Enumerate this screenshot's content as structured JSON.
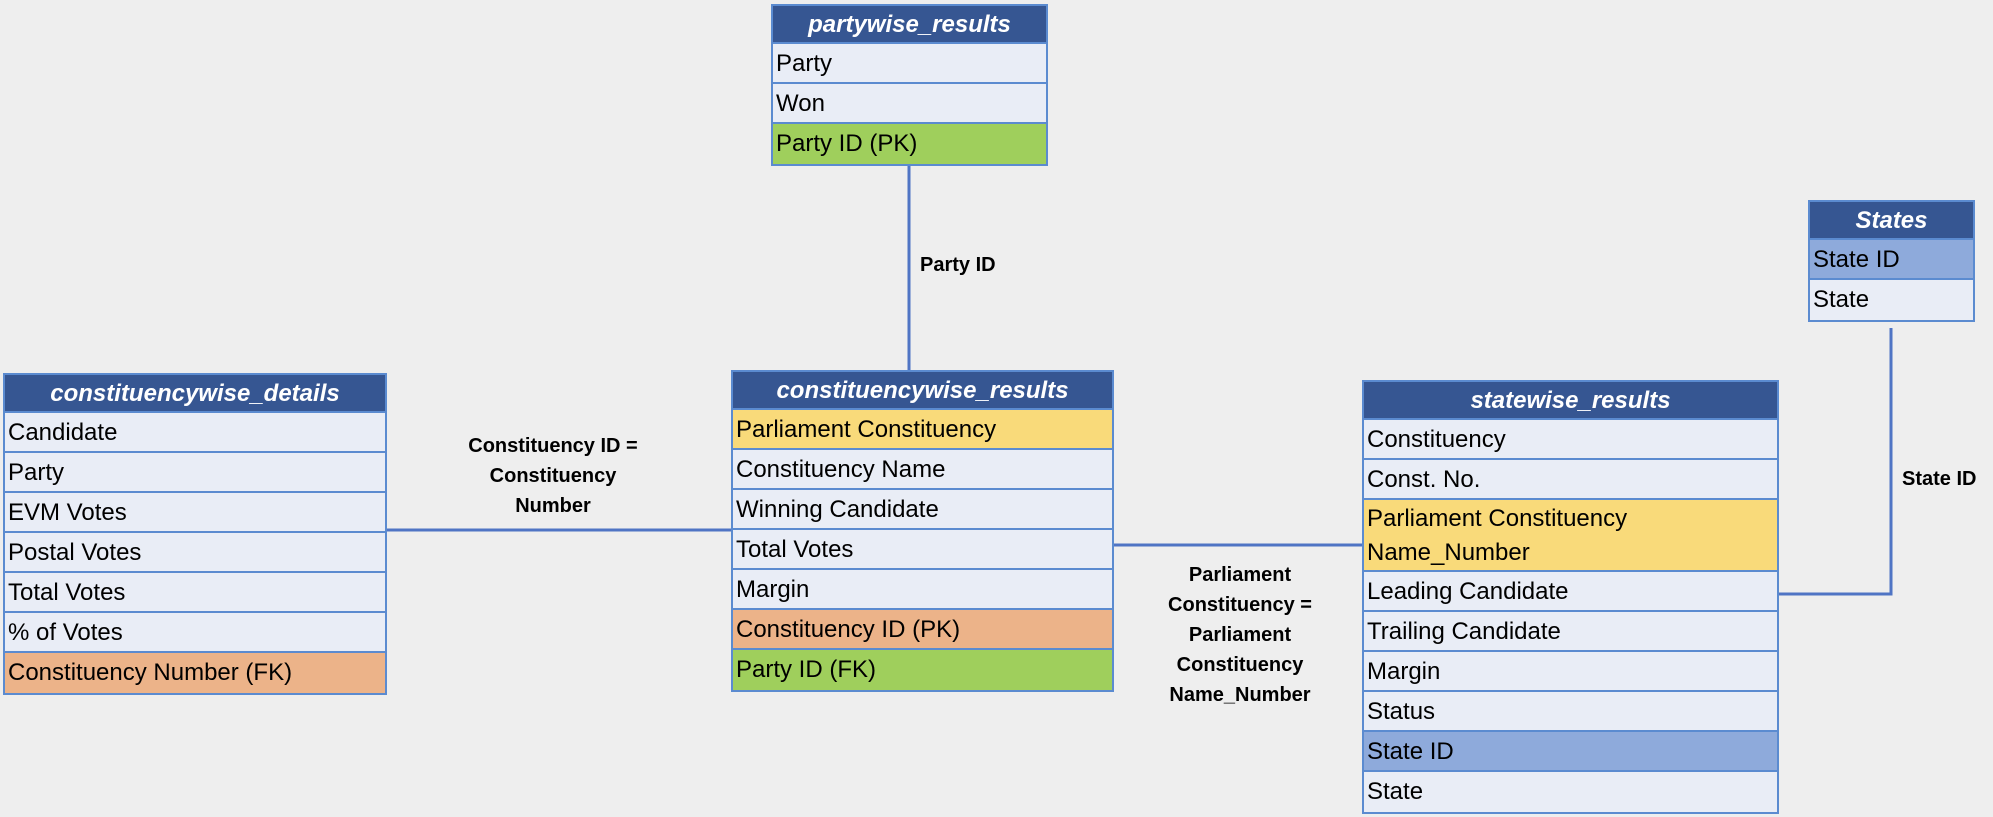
{
  "entities": {
    "partywise_results": {
      "title": "partywise_results",
      "fields": [
        "Party",
        "Won",
        "Party ID (PK)"
      ]
    },
    "states": {
      "title": "States",
      "fields": [
        "State ID",
        "State"
      ]
    },
    "constituencywise_details": {
      "title": "constituencywise_details",
      "fields": [
        "Candidate",
        "Party",
        "EVM Votes",
        "Postal Votes",
        "Total Votes",
        "% of Votes",
        "Constituency Number (FK)"
      ]
    },
    "constituencywise_results": {
      "title": "constituencywise_results",
      "fields": [
        "Parliament Constituency",
        "Constituency Name",
        "Winning Candidate",
        "Total Votes",
        "Margin",
        "Constituency ID (PK)",
        "Party ID (FK)"
      ]
    },
    "statewise_results": {
      "title": "statewise_results",
      "fields": [
        "Constituency",
        "Const. No.",
        "Parliament Constituency Name_Number",
        "Leading Candidate",
        "Trailing Candidate",
        "Margin",
        "Status",
        "State ID",
        "State"
      ]
    }
  },
  "relationships": {
    "party_id": {
      "label": "Party ID"
    },
    "constituency_id": {
      "label_lines": [
        "Constituency ID =",
        "Constituency",
        "Number"
      ]
    },
    "parliament_constituency": {
      "label_lines": [
        "Parliament",
        "Constituency =",
        "Parliament",
        "Constituency",
        "Name_Number"
      ]
    },
    "state_id": {
      "label": "State ID"
    }
  },
  "colors": {
    "header": "#365692",
    "border": "#5b8bd0",
    "row": "#e9edf6",
    "primary_key_party": "#9fcf5c",
    "primary_key_constituency": "#ecb389",
    "parliament_constituency": "#f9da7a",
    "state_id": "#8eaadb",
    "connector": "#4f74c4"
  }
}
